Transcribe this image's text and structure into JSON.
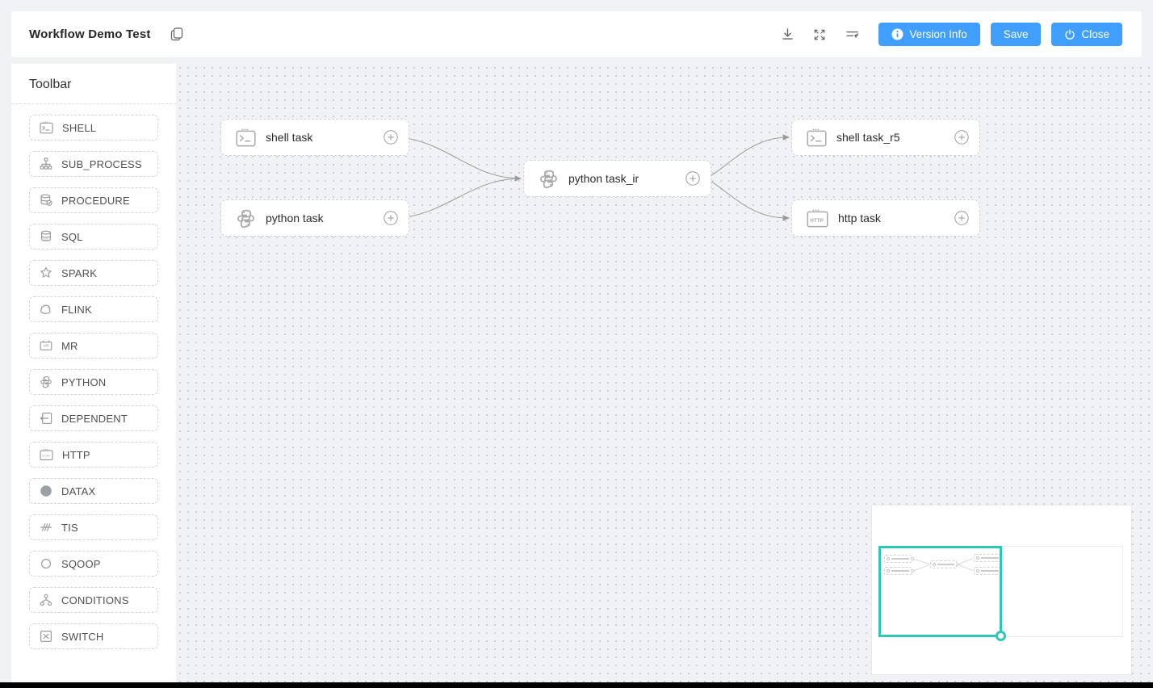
{
  "header": {
    "title": "Workflow Demo Test",
    "version_info_label": "Version Info",
    "save_label": "Save",
    "close_label": "Close"
  },
  "toolbar": {
    "title": "Toolbar",
    "items": [
      {
        "label": "SHELL",
        "icon": "shell-icon"
      },
      {
        "label": "SUB_PROCESS",
        "icon": "sub-process-icon"
      },
      {
        "label": "PROCEDURE",
        "icon": "procedure-icon"
      },
      {
        "label": "SQL",
        "icon": "sql-icon"
      },
      {
        "label": "SPARK",
        "icon": "spark-icon"
      },
      {
        "label": "FLINK",
        "icon": "flink-icon"
      },
      {
        "label": "MR",
        "icon": "mr-icon"
      },
      {
        "label": "PYTHON",
        "icon": "python-icon"
      },
      {
        "label": "DEPENDENT",
        "icon": "dependent-icon"
      },
      {
        "label": "HTTP",
        "icon": "http-icon"
      },
      {
        "label": "DATAX",
        "icon": "datax-icon"
      },
      {
        "label": "TIS",
        "icon": "tis-icon"
      },
      {
        "label": "SQOOP",
        "icon": "sqoop-icon"
      },
      {
        "label": "CONDITIONS",
        "icon": "conditions-icon"
      },
      {
        "label": "SWITCH",
        "icon": "switch-icon"
      }
    ]
  },
  "icon_glyphs": {
    "sql": "SQL",
    "mr": "MR",
    "http": "HTTP",
    "datax": "DataX"
  },
  "canvas": {
    "nodes": [
      {
        "label": "shell task",
        "type": "shell"
      },
      {
        "label": "python task",
        "type": "python"
      },
      {
        "label": "python task_ir",
        "type": "python"
      },
      {
        "label": "shell task_r5",
        "type": "shell"
      },
      {
        "label": "http task",
        "type": "http"
      }
    ],
    "edges": [
      {
        "from": "shell task",
        "to": "python task_ir"
      },
      {
        "from": "python task",
        "to": "python task_ir"
      },
      {
        "from": "python task_ir",
        "to": "shell task_r5"
      },
      {
        "from": "python task_ir",
        "to": "http task"
      }
    ]
  },
  "colors": {
    "primary": "#409eff",
    "minimap_viewport": "#2cc8b6"
  }
}
